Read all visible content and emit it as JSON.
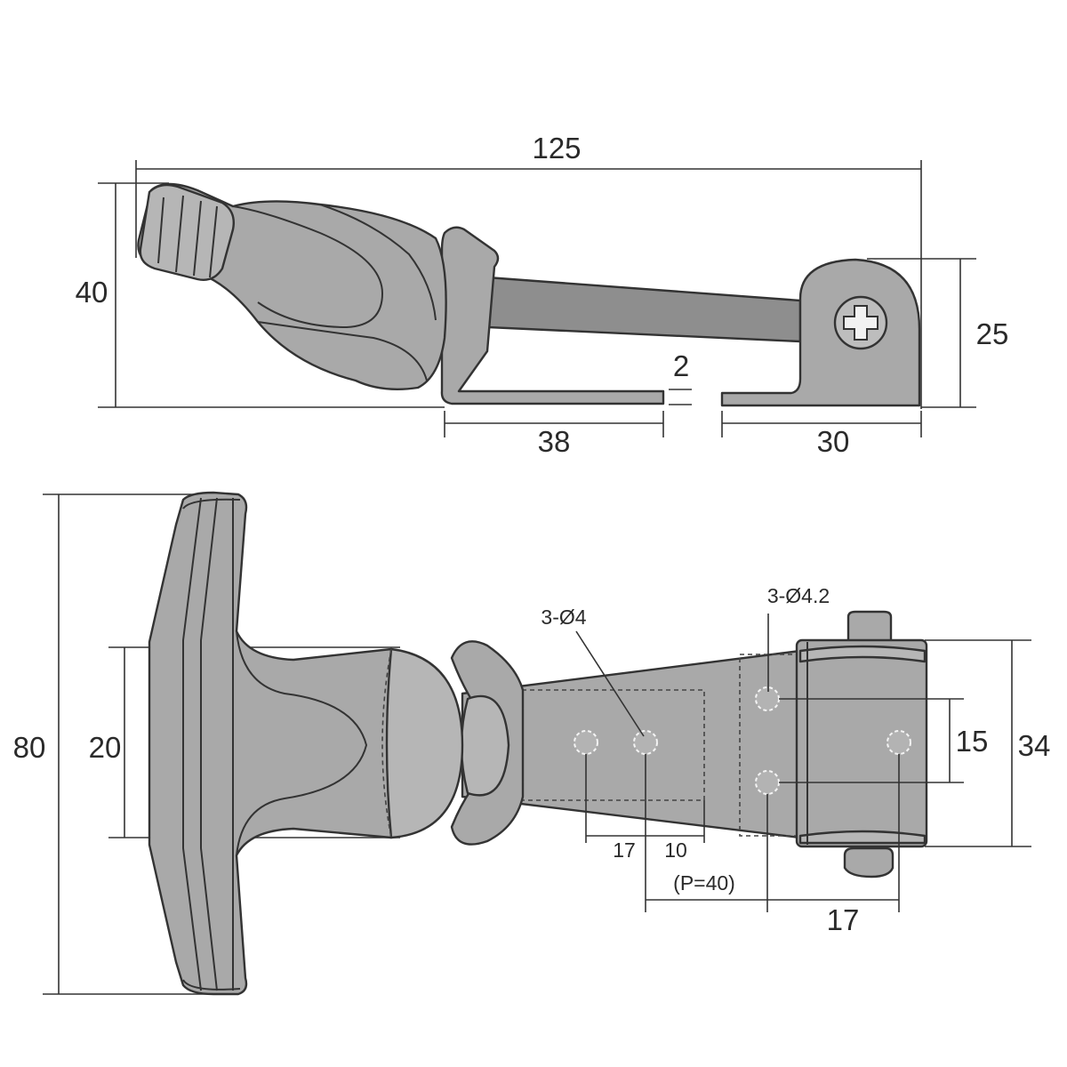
{
  "top_view": {
    "overall_length": "125",
    "height": "40",
    "bracket_height": "25",
    "gap": "2",
    "left_foot": "38",
    "right_foot": "30"
  },
  "plan_view": {
    "overall_height": "80",
    "grip_width": "20",
    "holes_small": "3-Ø4",
    "holes_large": "3-Ø4.2",
    "bracket_width": "34",
    "hole_spacing_vertical": "15",
    "spacing_a": "17",
    "spacing_b": "10",
    "pitch": "(P=40)",
    "spacing_c": "17"
  }
}
